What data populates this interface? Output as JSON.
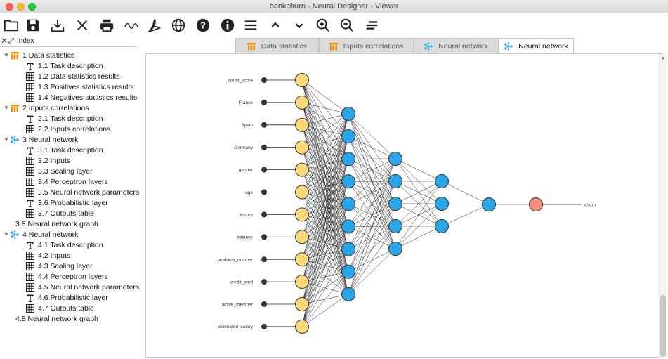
{
  "window": {
    "title": "bankchurn - Neural Designer - Viewer"
  },
  "toolbar": {
    "buttons": [
      "open-folder-icon",
      "save-icon",
      "download-icon",
      "close-icon",
      "print-icon",
      "curve-icon",
      "pdf-icon",
      "globe-icon",
      "help-icon",
      "info-icon",
      "menu-icon",
      "chevron-up-icon",
      "chevron-down-icon",
      "zoom-in-icon",
      "zoom-out-icon",
      "align-icon"
    ]
  },
  "index": {
    "title": "Index"
  },
  "tree": {
    "s1": {
      "label": "1 Data statistics",
      "items": [
        "1.1 Task description",
        "1.2 Data statistics results",
        "1.3 Positives statistics results",
        "1.4 Negatives statistics results"
      ]
    },
    "s2": {
      "label": "2 Inputs correlations",
      "items": [
        "2.1 Task description",
        "2.2 Inputs correlations"
      ]
    },
    "s3": {
      "label": "3 Neural network",
      "items": [
        "3.1 Task description",
        "3.2 Inputs",
        "3.3 Scaling layer",
        "3.4 Perceptron layers",
        "3.5 Neural network parameters",
        "3.6 Probabilistic layer",
        "3.7 Outputs table",
        "3.8 Neural network graph"
      ]
    },
    "s4": {
      "label": "4 Neural network",
      "items": [
        "4.1 Task description",
        "4.2 Inputs",
        "4.3 Scaling layer",
        "4.4 Perceptron layers",
        "4.5 Neural network parameters",
        "4.6 Probabilistic layer",
        "4.7 Outputs table",
        "4.8 Neural network graph"
      ]
    }
  },
  "tabs": [
    {
      "label": "Data statistics",
      "icon": "table-orange-icon",
      "active": false
    },
    {
      "label": "Inputs correlations",
      "icon": "table-orange-icon",
      "active": false
    },
    {
      "label": "Neural network",
      "icon": "network-icon",
      "active": false
    },
    {
      "label": "Neural network",
      "icon": "network-icon",
      "active": true
    }
  ],
  "network": {
    "inputs": [
      "credit_score",
      "France",
      "Spain",
      "Germany",
      "gender",
      "age",
      "tenure",
      "balance",
      "products_number",
      "credit_card",
      "active_member",
      "estimated_salary"
    ],
    "layer_sizes": [
      12,
      9,
      5,
      3,
      1,
      1
    ],
    "output": "churn",
    "colors": {
      "scaling": "#fdd878",
      "perceptron": "#2aa6e6",
      "probabilistic": "#f48d7b",
      "input_dot": "#333333",
      "edge": "#222222"
    }
  }
}
